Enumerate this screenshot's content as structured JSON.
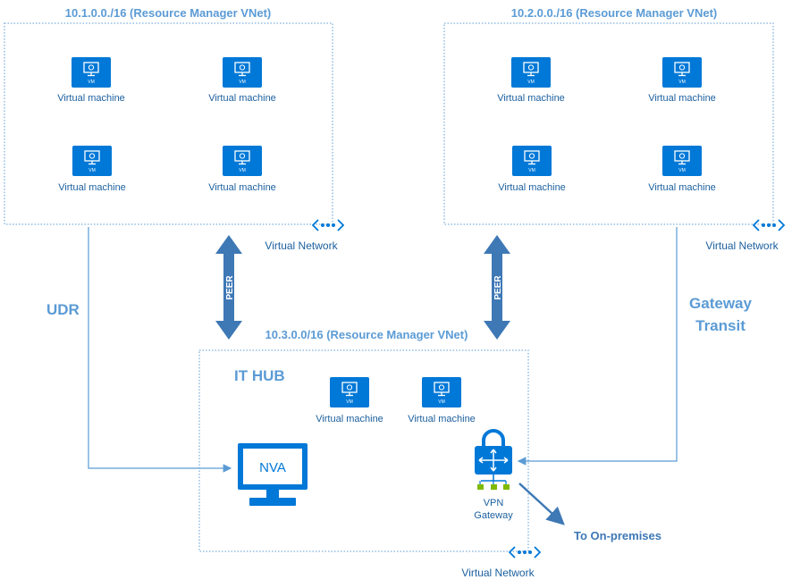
{
  "vnets": {
    "left": {
      "title": "10.1.0.0./16 (Resource Manager VNet)",
      "caption": "Virtual Network"
    },
    "right": {
      "title": "10.2.0.0./16 (Resource Manager VNet)",
      "caption": "Virtual Network"
    },
    "hub": {
      "title": "10.3.0.0/16 (Resource Manager VNet)",
      "caption": "Virtual Network",
      "name": "IT HUB"
    }
  },
  "vm": {
    "label": "Virtual machine",
    "icon_text": "VM"
  },
  "peer": {
    "label": "PEER"
  },
  "udr": {
    "label": "UDR"
  },
  "gateway_transit": {
    "line1": "Gateway",
    "line2": "Transit"
  },
  "nva": {
    "label": "NVA"
  },
  "vpn_gateway": {
    "line1": "VPN",
    "line2": "Gateway"
  },
  "onprem": {
    "label": "To On-premises"
  },
  "colors": {
    "azure_blue": "#0078d7",
    "line_blue": "#5b9bd5",
    "arrow_blue": "#3e78b5",
    "text_blue": "#1b5f9e"
  }
}
